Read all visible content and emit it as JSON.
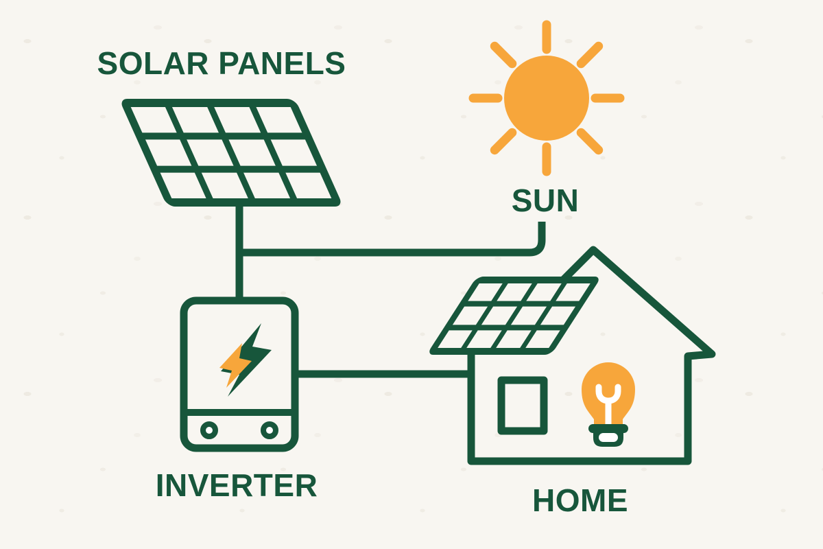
{
  "diagram": {
    "background_color": "#F8F6F1",
    "outline_color": "#17563B",
    "accent_color": "#F7A63B",
    "labels": {
      "solar_panels": "SOLAR PANELS",
      "sun": "SUN",
      "inverter": "INVERTER",
      "home": "HOME"
    },
    "icons": {
      "sun": "sun-icon",
      "solar_panel": "solar-panel-icon",
      "rooftop_solar_panel": "rooftop-solar-panel-icon",
      "inverter": "inverter-icon",
      "lightning_bolt": "lightning-bolt-icon",
      "house": "house-icon",
      "window": "window-icon",
      "lightbulb": "lightbulb-icon"
    },
    "connections": [
      "solar-panels to inverter",
      "sun branch joins solar-panels line",
      "inverter to home"
    ]
  }
}
